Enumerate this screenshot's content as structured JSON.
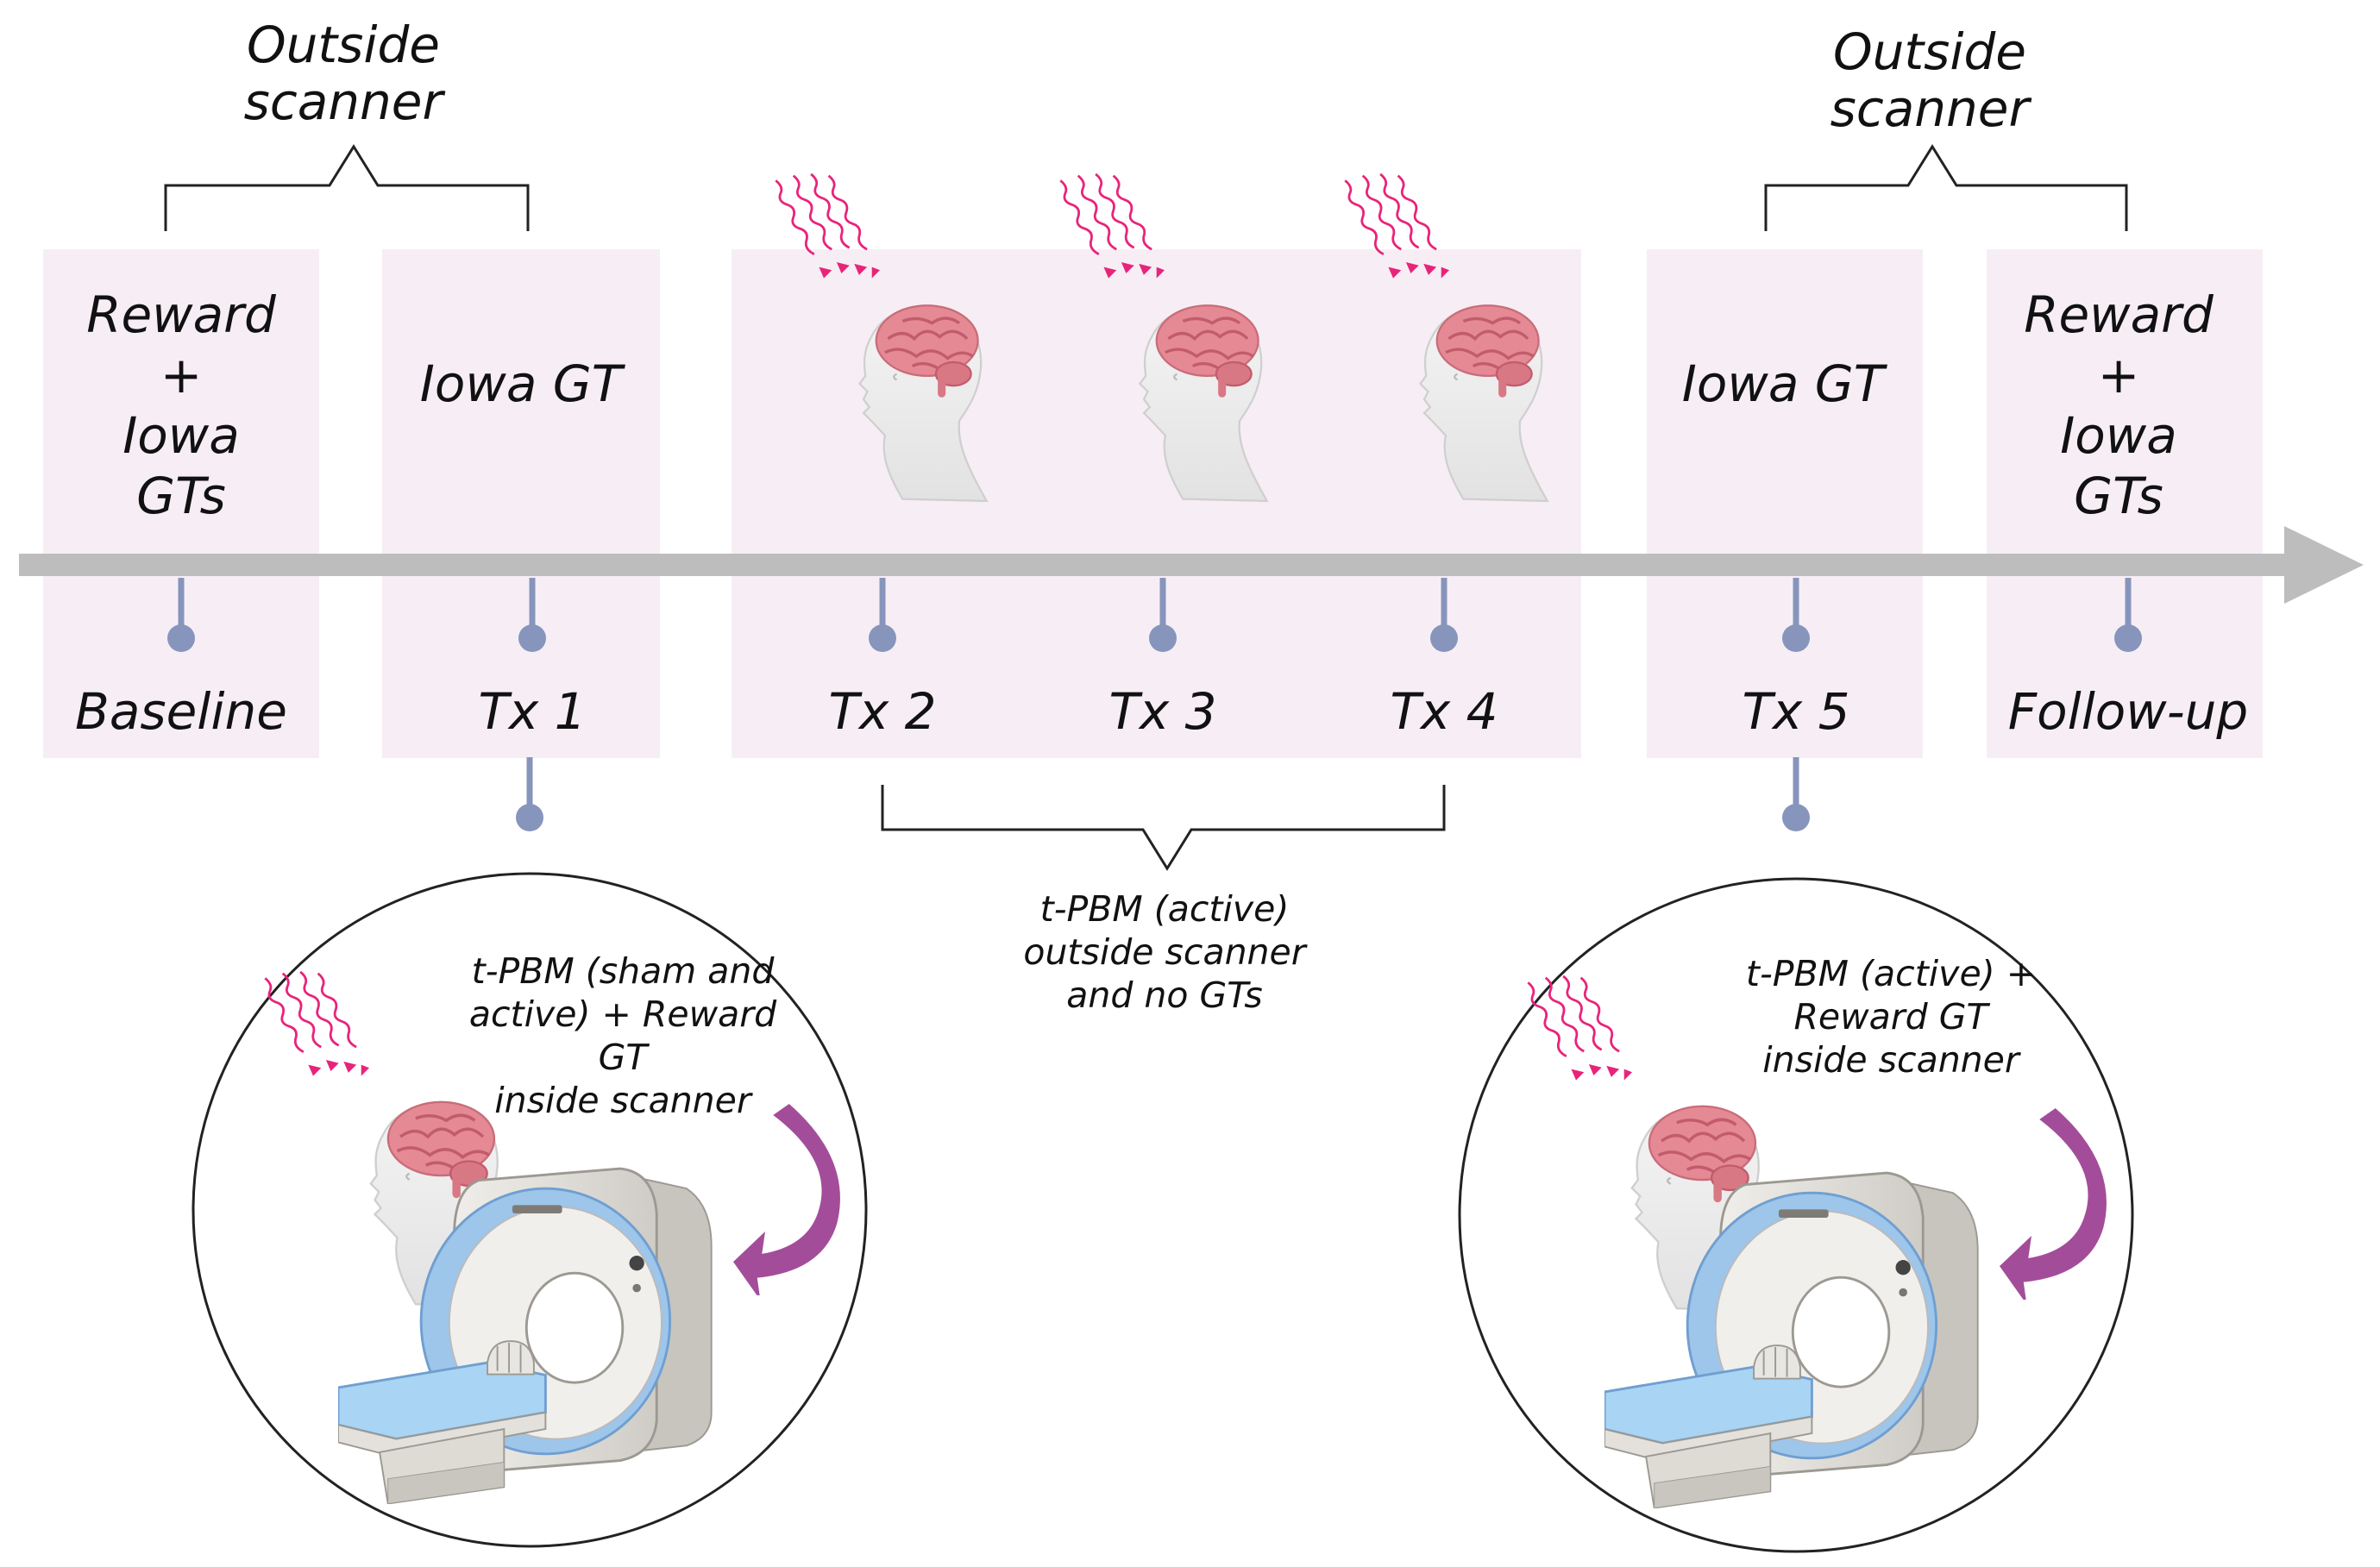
{
  "colors": {
    "panel": "#f7eef5",
    "timeline": "#bdbdbd",
    "marker": "#8795bd",
    "laser": "#e8247a",
    "brain": "#e58a95",
    "curved_arrow": "#a34d9a",
    "scanner_ring": "#9ec5ea"
  },
  "icons": [
    "brain-head-icon",
    "laser-beam-icon",
    "mri-scanner-icon",
    "curved-arrow-icon",
    "timeline-arrow-icon"
  ],
  "top_brackets": [
    {
      "lines": [
        "Outside",
        "scanner"
      ]
    },
    {
      "lines": [
        "Outside",
        "scanner"
      ]
    }
  ],
  "panels": [
    {
      "top_lines": [
        "Reward",
        "+",
        "Iowa",
        "GTs"
      ],
      "label": "Baseline"
    },
    {
      "top_lines": [
        "Iowa GT"
      ],
      "label": "Tx 1"
    },
    {
      "top_lines": [],
      "labels": [
        "Tx 2",
        "Tx 3",
        "Tx 4"
      ]
    },
    {
      "top_lines": [
        "Iowa GT"
      ],
      "label": "Tx 5"
    },
    {
      "top_lines": [
        "Reward",
        "+",
        "Iowa",
        "GTs"
      ],
      "label": "Follow-up"
    }
  ],
  "middle_note": [
    "t-PBM (active)",
    "outside scanner",
    "and no GTs"
  ],
  "circles": [
    {
      "lines": [
        "t-PBM (sham and",
        "active) + Reward",
        "GT",
        "inside scanner"
      ]
    },
    {
      "lines": [
        "t-PBM (active) +",
        "Reward GT",
        "inside scanner"
      ]
    }
  ]
}
